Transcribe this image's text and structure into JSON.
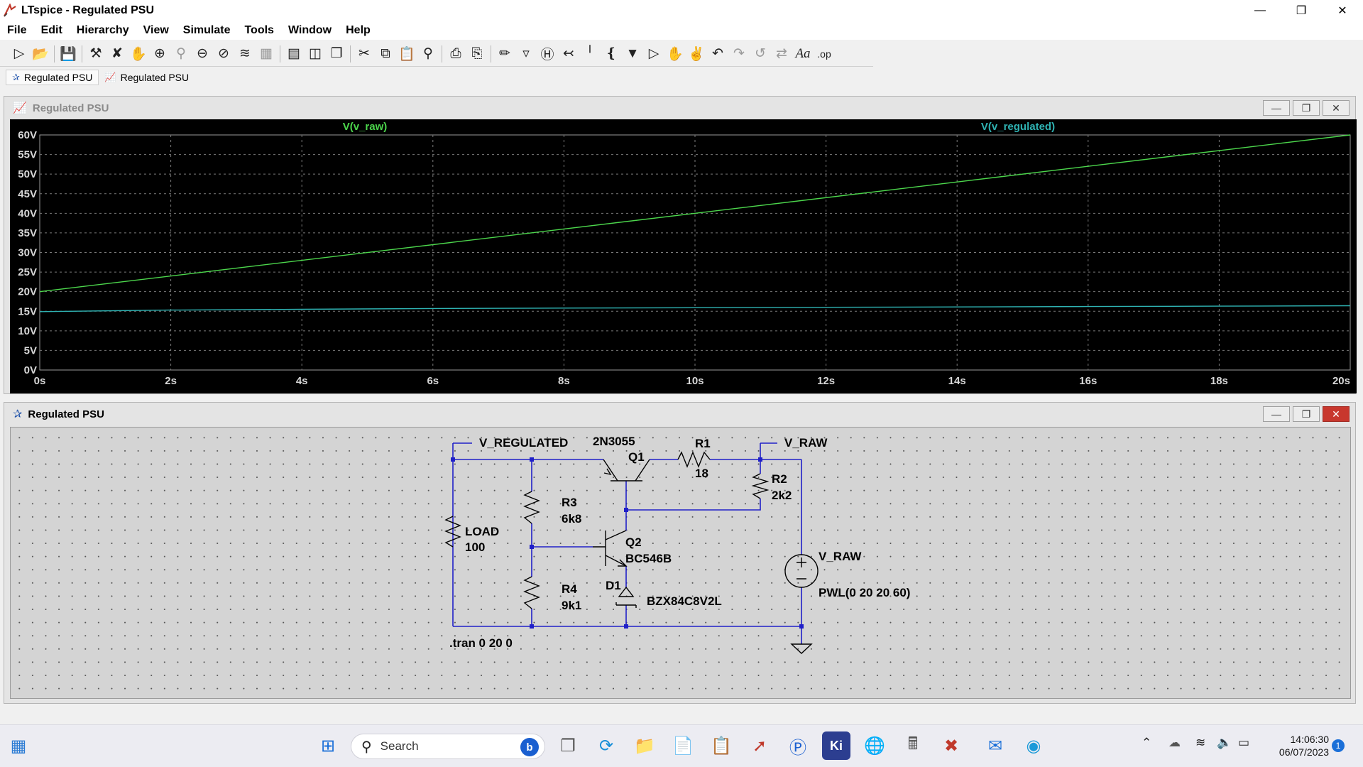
{
  "window": {
    "title": "LTspice - Regulated PSU"
  },
  "menu": [
    "File",
    "Edit",
    "Hierarchy",
    "View",
    "Simulate",
    "Tools",
    "Window",
    "Help"
  ],
  "toolbar_icons": [
    "run-icon",
    "open-icon",
    "save-icon",
    "control-panel-icon",
    "halt-icon",
    "pan-icon",
    "zoom-in-icon",
    "zoom-fit-icon",
    "zoom-out-icon",
    "zoom-cancel-icon",
    "autorange-icon",
    "mark-icon",
    "tile-horizontal-icon",
    "tile-vertical-icon",
    "cascade-icon",
    "cut-icon",
    "copy-icon",
    "paste-icon",
    "find-icon",
    "print-icon",
    "print-preview-icon",
    "wire-icon",
    "ground-icon",
    "label-icon",
    "resistor-icon",
    "capacitor-icon",
    "inductor-icon",
    "diode-icon",
    "component-icon",
    "move-icon",
    "drag-icon",
    "undo-icon",
    "redo-icon",
    "rotate-icon",
    "mirror-icon",
    "text-icon",
    "spice-directive-icon"
  ],
  "doc_tabs": [
    {
      "label": "Regulated PSU",
      "icon": "schematic-icon"
    },
    {
      "label": "Regulated PSU",
      "icon": "waveform-icon"
    }
  ],
  "plot_window": {
    "title": "Regulated PSU"
  },
  "schematic_window": {
    "title": "Regulated PSU"
  },
  "chart_data": {
    "type": "line",
    "x_ticks": [
      "0s",
      "2s",
      "4s",
      "6s",
      "8s",
      "10s",
      "12s",
      "14s",
      "16s",
      "18s",
      "20s"
    ],
    "y_ticks": [
      "0V",
      "5V",
      "10V",
      "15V",
      "20V",
      "25V",
      "30V",
      "35V",
      "40V",
      "45V",
      "50V",
      "55V",
      "60V"
    ],
    "xlim": [
      0,
      20
    ],
    "ylim": [
      0,
      60
    ],
    "grid": true,
    "series": [
      {
        "name": "V(v_raw)",
        "color": "#4cd64c",
        "x": [
          0,
          20
        ],
        "y": [
          20,
          60
        ]
      },
      {
        "name": "V(v_regulated)",
        "color": "#2fb3b3",
        "x": [
          0,
          2,
          4,
          6,
          8,
          10,
          12,
          14,
          16,
          18,
          20
        ],
        "y": [
          14.9,
          15.3,
          15.5,
          15.7,
          15.8,
          15.9,
          16.0,
          16.1,
          16.2,
          16.3,
          16.4
        ]
      }
    ]
  },
  "schematic": {
    "net_labels": {
      "v_regulated": "V_REGULATED",
      "v_raw_top": "V_RAW"
    },
    "q1": {
      "name": "Q1",
      "model": "2N3055"
    },
    "r1": {
      "name": "R1",
      "value": "18"
    },
    "r2": {
      "name": "R2",
      "value": "2k2"
    },
    "r3": {
      "name": "R3",
      "value": "6k8"
    },
    "r4": {
      "name": "R4",
      "value": "9k1"
    },
    "load": {
      "name": "LOAD",
      "value": "100"
    },
    "q2": {
      "name": "Q2",
      "model": "BC546B"
    },
    "d1": {
      "name": "D1",
      "model": "BZX84C8V2L"
    },
    "source": {
      "name": "V_RAW",
      "value": "PWL(0 20 20 60)"
    },
    "directive": ".tran 0 20 0"
  },
  "taskbar": {
    "search_placeholder": "Search",
    "time": "14:06:30",
    "date": "06/07/2023",
    "notifications": "1"
  }
}
